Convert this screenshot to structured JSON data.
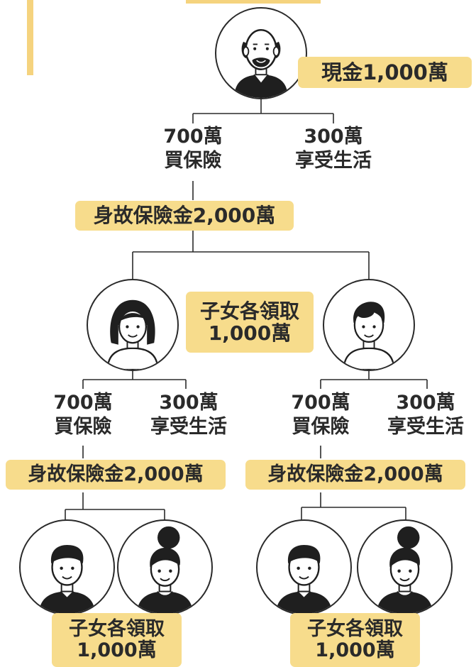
{
  "root": {
    "asset": "現金1,000萬",
    "left": {
      "amount": "700萬",
      "use": "買保險"
    },
    "right": {
      "amount": "300萬",
      "use": "享受生活"
    },
    "payout": "身故保險金2,000萬",
    "child_share": {
      "line1": "子女各領取",
      "line2": "1,000萬"
    }
  },
  "branches": [
    {
      "left": {
        "amount": "700萬",
        "use": "買保險"
      },
      "right": {
        "amount": "300萬",
        "use": "享受生活"
      },
      "payout": "身故保險金2,000萬",
      "child_share": {
        "line1": "子女各領取",
        "line2": "1,000萬"
      }
    },
    {
      "left": {
        "amount": "700萬",
        "use": "買保險"
      },
      "right": {
        "amount": "300萬",
        "use": "享受生活"
      },
      "payout": "身故保險金2,000萬",
      "child_share": {
        "line1": "子女各領取",
        "line2": "1,000萬"
      }
    }
  ],
  "colors": {
    "highlight": "#f7dc8c",
    "accent_bar": "#f5d37e",
    "line": "#2a2a2a"
  }
}
